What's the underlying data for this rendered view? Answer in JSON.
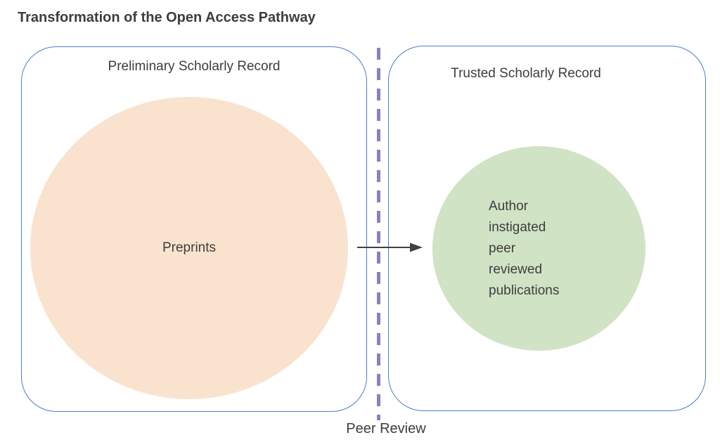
{
  "title": "Transformation of the Open Access Pathway",
  "left_panel": {
    "label": "Preliminary Scholarly Record",
    "circle_label": "Preprints"
  },
  "right_panel": {
    "label": "Trusted Scholarly Record",
    "circle_text": "Author instigated peer reviewed publications"
  },
  "divider": {
    "label": "Peer Review"
  },
  "icons": {
    "arrow": "right-arrow-icon"
  },
  "colors": {
    "box-border": "#4a7ec9",
    "preprints-fill": "#fae3ce",
    "publications-fill": "#d0e3c5",
    "divider-purple": "#8d7ec0",
    "text": "#3d3d3d",
    "arrow": "#404040"
  }
}
